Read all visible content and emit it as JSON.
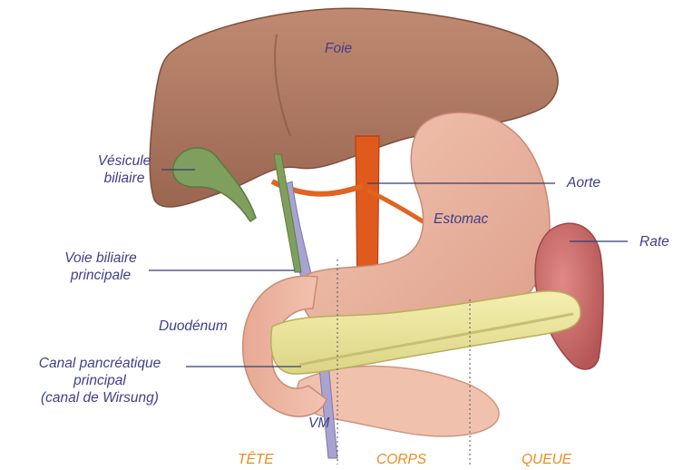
{
  "labels": {
    "foie": "Foie",
    "vesicule_line1": "Vésicule",
    "vesicule_line2": "biliaire",
    "aorte": "Aorte",
    "estomac": "Estomac",
    "rate": "Rate",
    "voie_line1": "Voie biliaire",
    "voie_line2": "principale",
    "duodenum": "Duodénum",
    "canal_line1": "Canal pancréatique",
    "canal_line2": "principal",
    "canal_line3": "(canal de Wirsung)",
    "vm": "VM"
  },
  "sections": {
    "tete": "TÊTE",
    "corps": "CORPS",
    "queue": "QUEUE"
  },
  "colors": {
    "label_text": "#3f3f8a",
    "section_text": "#ef8a1e",
    "leader_line": "#2f3f7a",
    "liver": "#b07a62",
    "stomach": "#edb5a0",
    "pancreas": "#efe9a2",
    "spleen": "#c66a6a",
    "aorta": "#e05a1e",
    "gallbladder": "#7f9f5f",
    "portal_vein": "#a9a3cf"
  }
}
